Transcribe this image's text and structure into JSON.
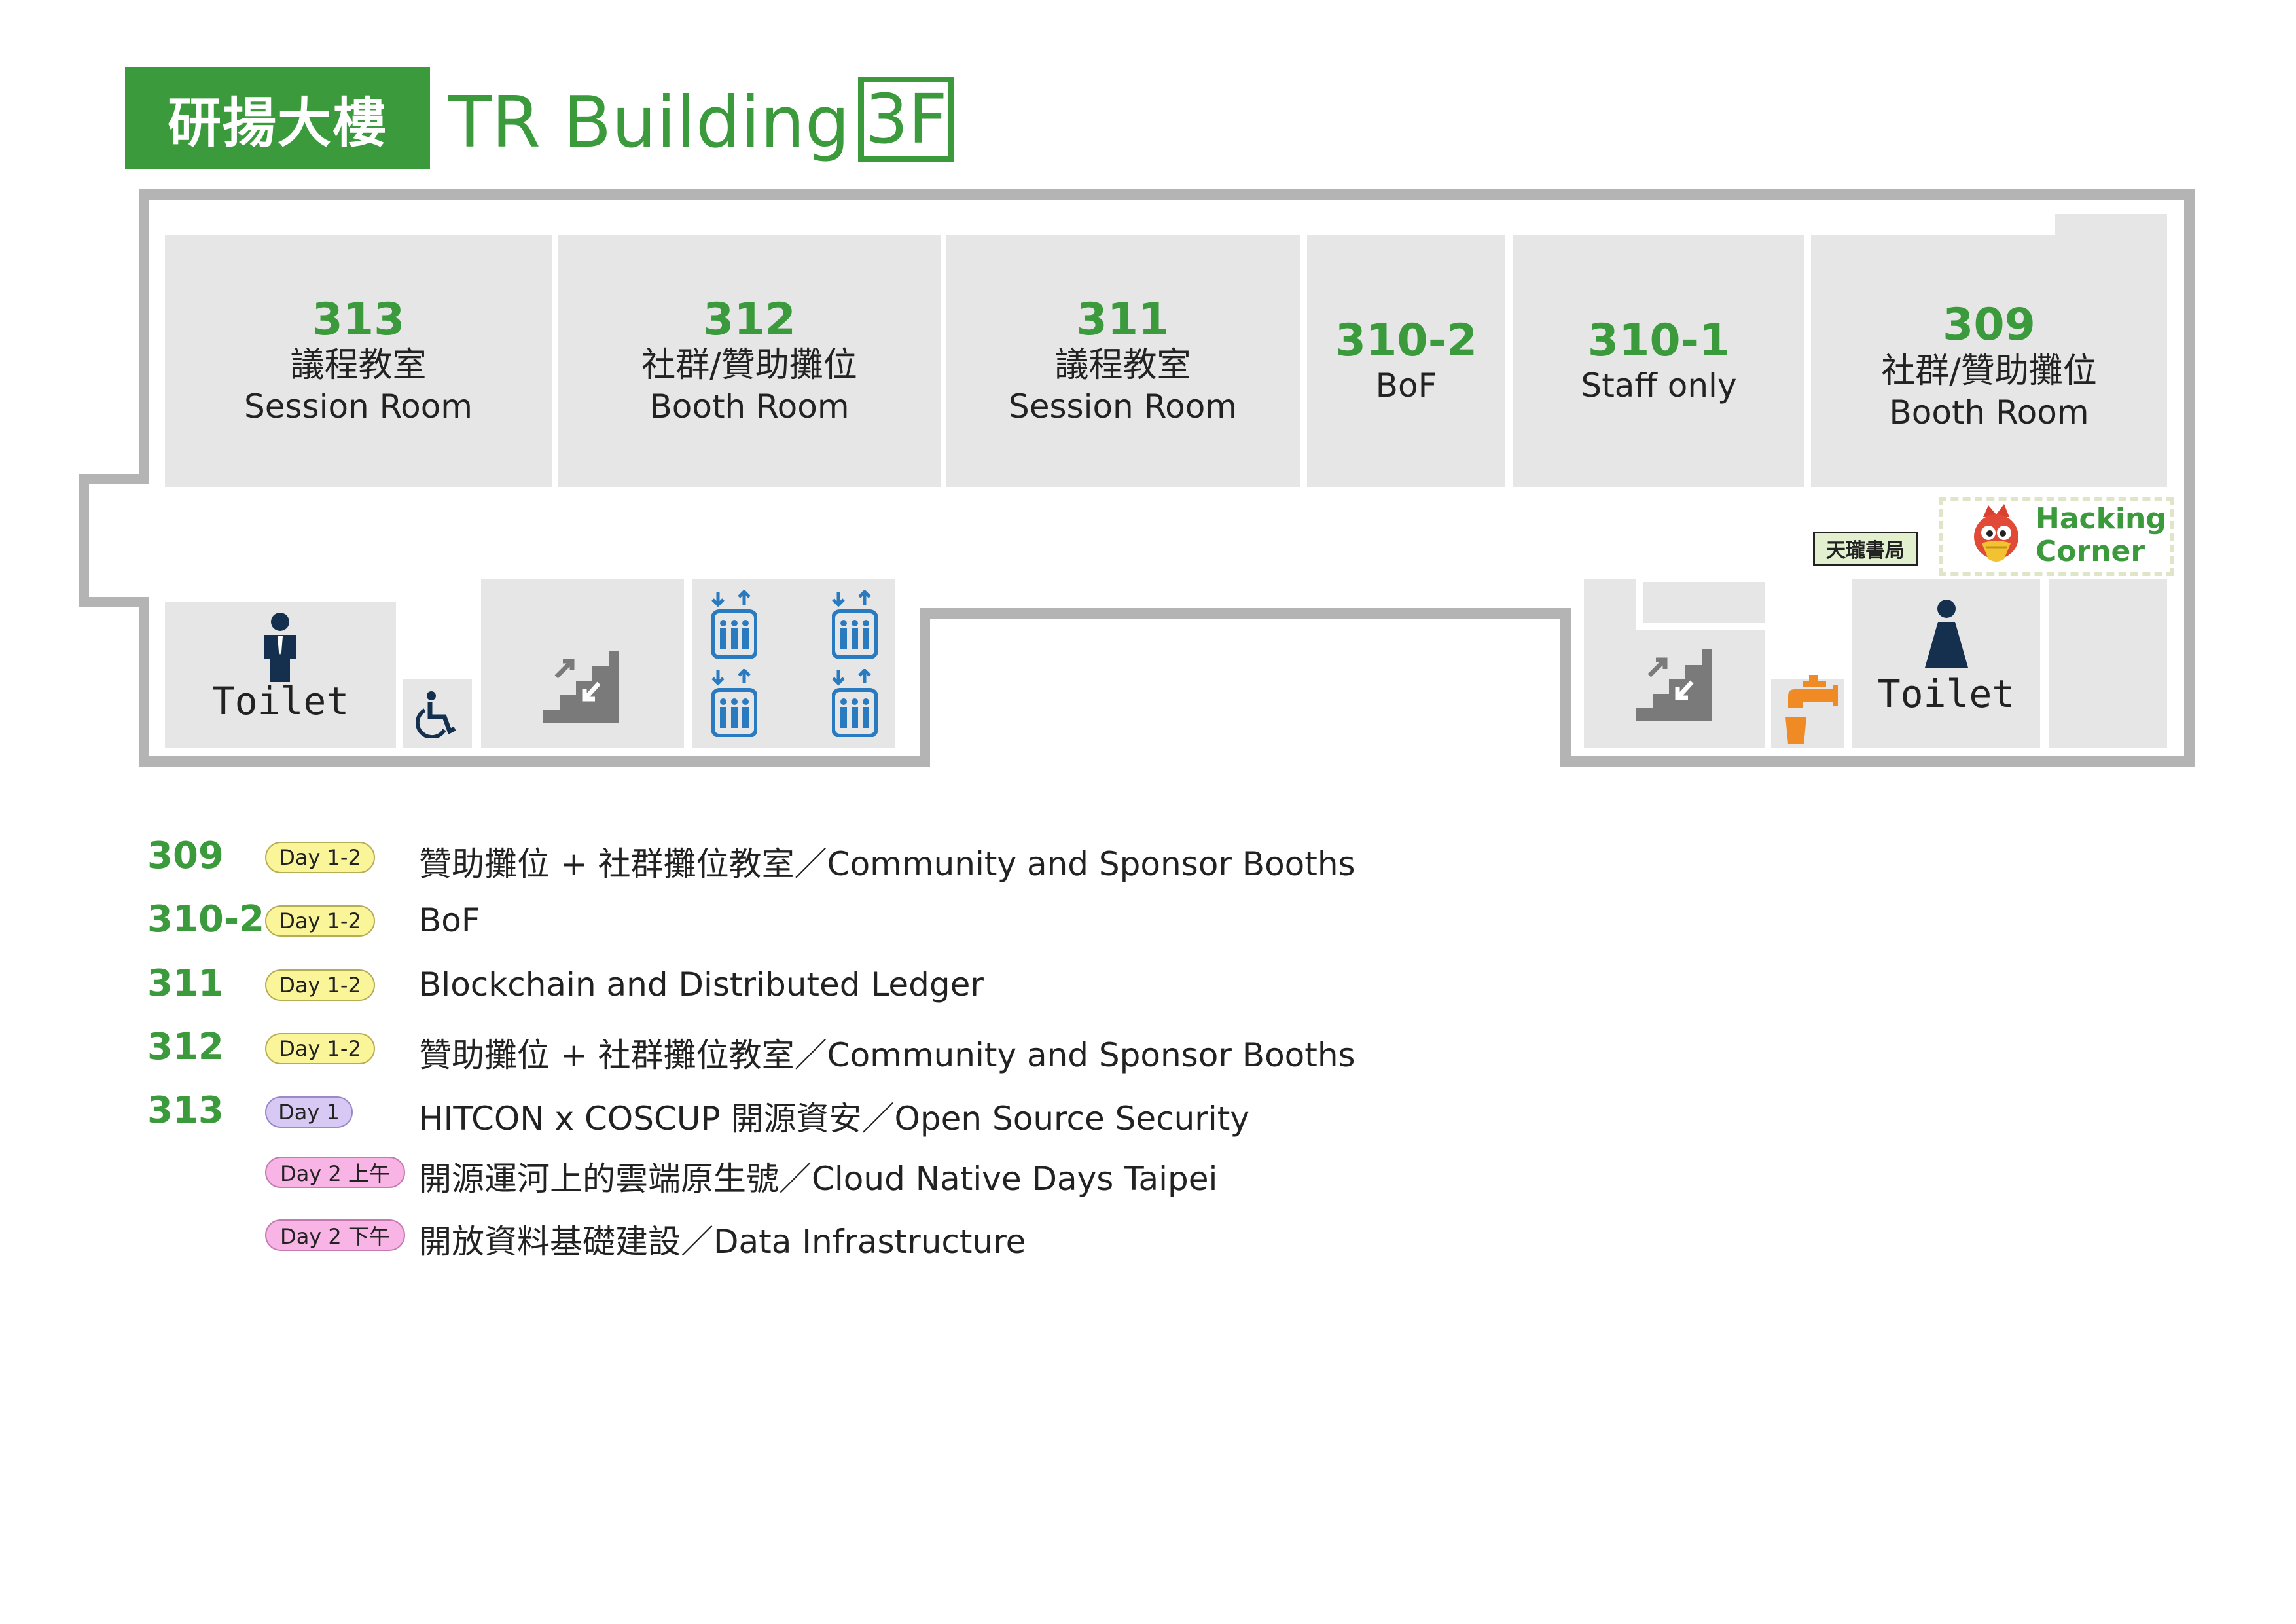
{
  "header": {
    "building_cn": "研揚大樓",
    "building_en": "TR Building",
    "floor": "3F"
  },
  "rooms": [
    {
      "num": "313",
      "cn": "議程教室",
      "en": "Session Room"
    },
    {
      "num": "312",
      "cn": "社群/贊助攤位",
      "en": "Booth Room"
    },
    {
      "num": "311",
      "cn": "議程教室",
      "en": "Session Room"
    },
    {
      "num": "310-2",
      "en": "BoF"
    },
    {
      "num": "310-1",
      "en": "Staff only"
    },
    {
      "num": "309",
      "cn": "社群/贊助攤位",
      "en": "Booth Room"
    }
  ],
  "facilities": {
    "toilet_left": "Toilet",
    "toilet_right": "Toilet",
    "bookstore": "天瓏書局",
    "hacking_corner_line1": "Hacking",
    "hacking_corner_line2": "Corner"
  },
  "colors": {
    "brand_green": "#3a9a3c",
    "room_grey": "#e6e6e6",
    "elevator_blue": "#2a7ac0",
    "water_orange": "#f08a24",
    "badge_yellow": "#fbf59a",
    "badge_purple": "#d7c9f4",
    "badge_pink": "#f7b4e4"
  },
  "legend": [
    {
      "room": "309",
      "badge": "Day 1-2",
      "desc": "贊助攤位 + 社群攤位教室／Community and Sponsor Booths"
    },
    {
      "room": "310-2",
      "badge": "Day 1-2",
      "desc": "BoF"
    },
    {
      "room": "311",
      "badge": "Day 1-2",
      "desc": "Blockchain and Distributed Ledger"
    },
    {
      "room": "312",
      "badge": "Day 1-2",
      "desc": "贊助攤位 + 社群攤位教室／Community and Sponsor Booths"
    },
    {
      "room": "313",
      "badge": "Day 1",
      "desc": "HITCON x COSCUP 開源資安／Open Source Security"
    },
    {
      "room": "",
      "badge": "Day 2 上午",
      "desc": "開源運河上的雲端原生號／Cloud Native Days Taipei"
    },
    {
      "room": "",
      "badge": "Day 2 下午",
      "desc": "開放資料基礎建設／Data Infrastructure"
    }
  ]
}
